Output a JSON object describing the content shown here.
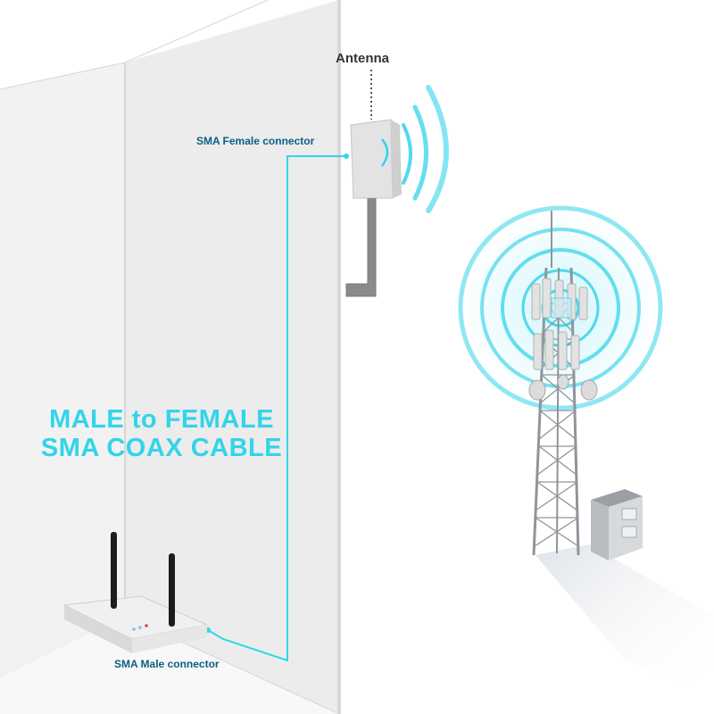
{
  "labels": {
    "antenna": "Antenna",
    "female_connector": "SMA Female connector",
    "male_connector": "SMA Male connector",
    "headline_line1": "MALE to FEMALE",
    "headline_line2": "SMA COAX CABLE"
  },
  "colors": {
    "accent": "#33d4ea",
    "label_blue": "#0b5f84",
    "wall_face": "#ededed",
    "wall_side": "#f6f6f6",
    "wall_edge": "#d2d2d2",
    "tower": "#8f959b",
    "panel": "#e4e4e4",
    "shadow": "#e6e9ee"
  },
  "icons": [
    "router-icon",
    "panel-antenna-icon",
    "cell-tower-icon",
    "equipment-cabinet-icon",
    "signal-wave-icon"
  ]
}
